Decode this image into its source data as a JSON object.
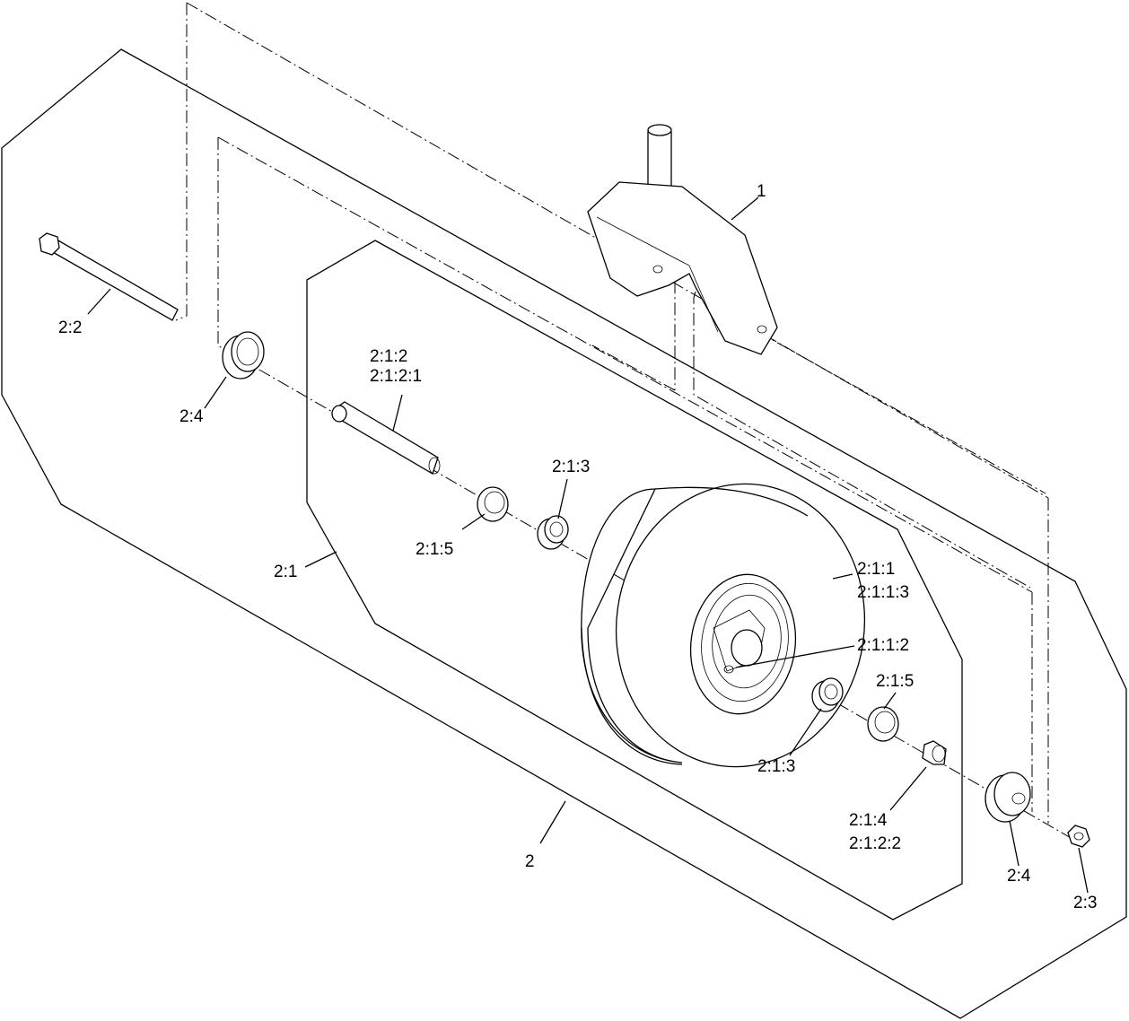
{
  "callouts": {
    "c1": "1",
    "c2": "2",
    "c2_1": "2:1",
    "c2_2": "2:2",
    "c2_3": "2:3",
    "c2_4_left": "2:4",
    "c2_4_right": "2:4",
    "c2_1_2": "2:1:2",
    "c2_1_2_1": "2:1:2:1",
    "c2_1_3_upper": "2:1:3",
    "c2_1_3_lower": "2:1:3",
    "c2_1_5_left": "2:1:5",
    "c2_1_5_right": "2:1:5",
    "c2_1_1": "2:1:1",
    "c2_1_1_3": "2:1:1:3",
    "c2_1_1_2": "2:1:1:2",
    "c2_1_4": "2:1:4",
    "c2_1_2_2": "2:1:2:2"
  }
}
